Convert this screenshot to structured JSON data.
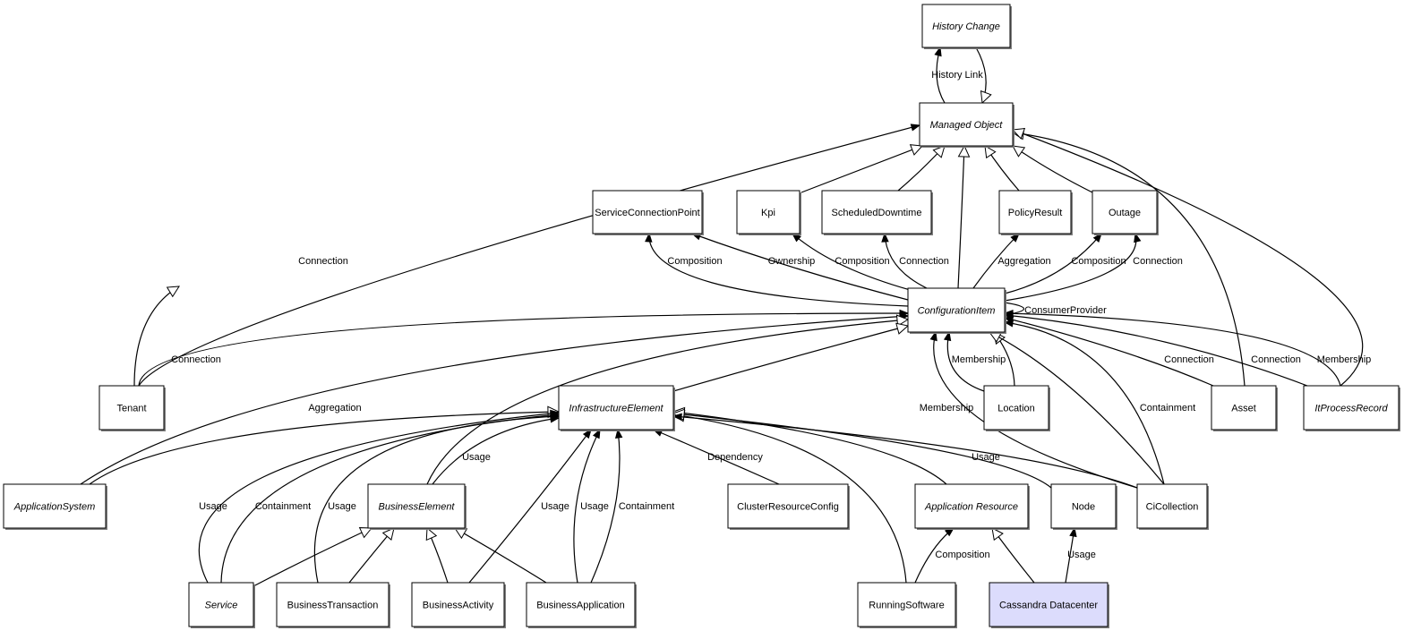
{
  "colors": {
    "highlight_fill": "#dcdcfc",
    "line": "#000000"
  },
  "nodes": {
    "history": {
      "label": "History Change",
      "italic": true
    },
    "managed": {
      "label": "Managed Object",
      "italic": true
    },
    "scp": {
      "label": "ServiceConnectionPoint",
      "italic": false
    },
    "kpi": {
      "label": "Kpi",
      "italic": false
    },
    "sched": {
      "label": "ScheduledDowntime",
      "italic": false
    },
    "policy": {
      "label": "PolicyResult",
      "italic": false
    },
    "outage": {
      "label": "Outage",
      "italic": false
    },
    "ci": {
      "label": "ConfigurationItem",
      "italic": true
    },
    "tenant": {
      "label": "Tenant",
      "italic": false
    },
    "infra": {
      "label": "InfrastructureElement",
      "italic": true
    },
    "location": {
      "label": "Location",
      "italic": false
    },
    "asset": {
      "label": "Asset",
      "italic": false
    },
    "itp": {
      "label": "ItProcessRecord",
      "italic": true
    },
    "appsys": {
      "label": "ApplicationSystem",
      "italic": true
    },
    "bizel": {
      "label": "BusinessElement",
      "italic": true
    },
    "cluster": {
      "label": "ClusterResourceConfig",
      "italic": false
    },
    "appres": {
      "label": "Application Resource",
      "italic": true
    },
    "node": {
      "label": "Node",
      "italic": false
    },
    "cicoll": {
      "label": "CiCollection",
      "italic": false
    },
    "service": {
      "label": "Service",
      "italic": true
    },
    "btx": {
      "label": "BusinessTransaction",
      "italic": false
    },
    "bact": {
      "label": "BusinessActivity",
      "italic": false
    },
    "bapp": {
      "label": "BusinessApplication",
      "italic": false
    },
    "running": {
      "label": "RunningSoftware",
      "italic": false
    },
    "cass": {
      "label": "Cassandra Datacenter",
      "italic": false,
      "highlighted": true
    }
  },
  "edges": [
    {
      "from": "managed",
      "to": "history",
      "type": "association",
      "label": "History Link"
    },
    {
      "from": "history",
      "to": "managed",
      "type": "generalization",
      "label": ""
    },
    {
      "from": "tenant",
      "to": "managed",
      "type": "generalization",
      "label": ""
    },
    {
      "from": "tenant",
      "to": "managed",
      "type": "association",
      "label": "Connection"
    },
    {
      "from": "kpi",
      "to": "managed",
      "type": "generalization",
      "label": ""
    },
    {
      "from": "sched",
      "to": "managed",
      "type": "generalization",
      "label": ""
    },
    {
      "from": "ci",
      "to": "managed",
      "type": "generalization",
      "label": ""
    },
    {
      "from": "policy",
      "to": "managed",
      "type": "generalization",
      "label": ""
    },
    {
      "from": "outage",
      "to": "managed",
      "type": "generalization",
      "label": ""
    },
    {
      "from": "asset",
      "to": "managed",
      "type": "generalization",
      "label": ""
    },
    {
      "from": "itp",
      "to": "managed",
      "type": "generalization",
      "label": ""
    },
    {
      "from": "ci",
      "to": "scp",
      "type": "association",
      "label": "Composition"
    },
    {
      "from": "ci",
      "to": "scp",
      "type": "association",
      "label": "Ownership"
    },
    {
      "from": "ci",
      "to": "kpi",
      "type": "association",
      "label": "Composition"
    },
    {
      "from": "ci",
      "to": "sched",
      "type": "association",
      "label": "Connection"
    },
    {
      "from": "ci",
      "to": "policy",
      "type": "association",
      "label": "Aggregation"
    },
    {
      "from": "ci",
      "to": "outage",
      "type": "association",
      "label": "Composition"
    },
    {
      "from": "ci",
      "to": "outage",
      "type": "association",
      "label": "Connection"
    },
    {
      "from": "ci",
      "to": "ci",
      "type": "association",
      "label": "ConsumerProvider"
    },
    {
      "from": "tenant",
      "to": "ci",
      "type": "association",
      "label": "Connection"
    },
    {
      "from": "appsys",
      "to": "ci",
      "type": "association",
      "label": "Aggregation"
    },
    {
      "from": "bizel",
      "to": "ci",
      "type": "generalization",
      "label": ""
    },
    {
      "from": "infra",
      "to": "ci",
      "type": "generalization",
      "label": ""
    },
    {
      "from": "location",
      "to": "ci",
      "type": "association",
      "label": "Membership"
    },
    {
      "from": "location",
      "to": "ci",
      "type": "generalization",
      "label": ""
    },
    {
      "from": "cicoll",
      "to": "ci",
      "type": "association",
      "label": "Membership"
    },
    {
      "from": "cicoll",
      "to": "ci",
      "type": "generalization",
      "label": ""
    },
    {
      "from": "cicoll",
      "to": "ci",
      "type": "association",
      "label": "Containment"
    },
    {
      "from": "asset",
      "to": "ci",
      "type": "association",
      "label": "Connection"
    },
    {
      "from": "itp",
      "to": "ci",
      "type": "association",
      "label": "Connection"
    },
    {
      "from": "itp",
      "to": "ci",
      "type": "association",
      "label": "Membership"
    },
    {
      "from": "appsys",
      "to": "infra",
      "type": "generalization",
      "label": ""
    },
    {
      "from": "service",
      "to": "infra",
      "type": "association",
      "label": "Usage"
    },
    {
      "from": "service",
      "to": "infra",
      "type": "association",
      "label": "Containment"
    },
    {
      "from": "btx",
      "to": "infra",
      "type": "association",
      "label": "Usage"
    },
    {
      "from": "bizel",
      "to": "infra",
      "type": "association",
      "label": "Usage"
    },
    {
      "from": "bact",
      "to": "infra",
      "type": "association",
      "label": "Usage"
    },
    {
      "from": "bapp",
      "to": "infra",
      "type": "association",
      "label": "Usage"
    },
    {
      "from": "bapp",
      "to": "infra",
      "type": "association",
      "label": "Containment"
    },
    {
      "from": "cluster",
      "to": "infra",
      "type": "association",
      "label": "Dependency"
    },
    {
      "from": "running",
      "to": "infra",
      "type": "generalization",
      "label": ""
    },
    {
      "from": "appres",
      "to": "infra",
      "type": "generalization",
      "label": ""
    },
    {
      "from": "node",
      "to": "infra",
      "type": "generalization",
      "label": ""
    },
    {
      "from": "cicoll",
      "to": "infra",
      "type": "association",
      "label": "Usage"
    },
    {
      "from": "service",
      "to": "bizel",
      "type": "generalization",
      "label": ""
    },
    {
      "from": "btx",
      "to": "bizel",
      "type": "generalization",
      "label": ""
    },
    {
      "from": "bact",
      "to": "bizel",
      "type": "generalization",
      "label": ""
    },
    {
      "from": "bapp",
      "to": "bizel",
      "type": "generalization",
      "label": ""
    },
    {
      "from": "running",
      "to": "appres",
      "type": "association",
      "label": "Composition"
    },
    {
      "from": "cass",
      "to": "appres",
      "type": "generalization",
      "label": ""
    },
    {
      "from": "cass",
      "to": "node",
      "type": "association",
      "label": "Usage"
    }
  ]
}
